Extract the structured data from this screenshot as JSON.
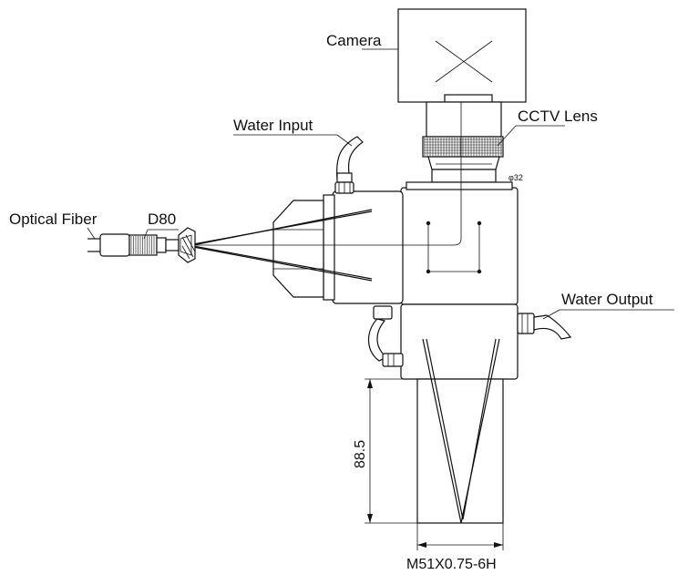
{
  "labels": {
    "camera": "Camera",
    "cctv_lens": "CCTV Lens",
    "water_input": "Water Input",
    "optical_fiber": "Optical Fiber",
    "d80": "D80",
    "water_output": "Water Output",
    "lens_diameter": "φ32",
    "height_dim": "88.5",
    "thread_spec": "M51X0.75-6H"
  }
}
